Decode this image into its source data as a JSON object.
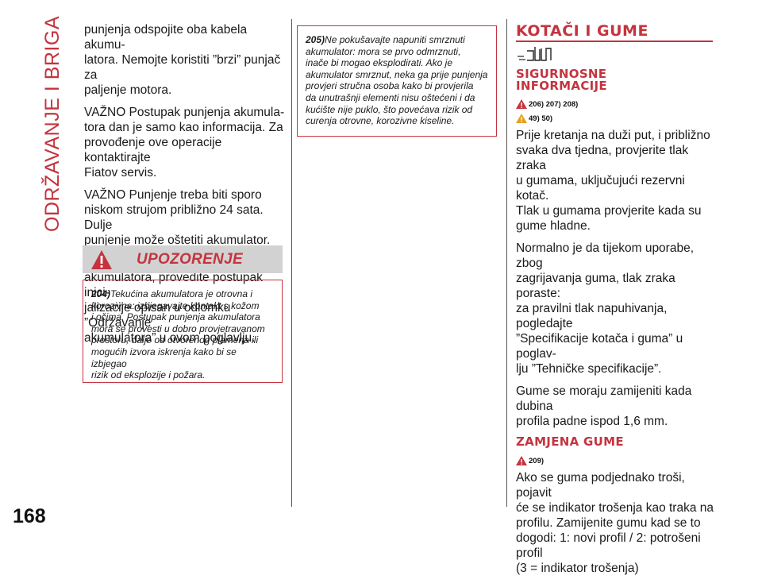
{
  "side_title": "ODRŽAVANJE I BRIGA",
  "page_number": "168",
  "col1": {
    "paragraphs": [
      "punjenja odspojite oba kabela akumu-\nlatora. Nemojte koristiti ”brzi” punjač za\npaljenje motora.",
      "VAŽNO Postupak punjenja akumula-\ntora dan je samo kao informacija. Za\nprovođenje ove operacije kontaktirajte\nFiatov servis.",
      "VAŽNO Punjenje treba biti sporo\nniskom strujom približno 24 sata. Dulje\npunjenje može oštetiti akumulator.",
      "VAŽNO Nakon ponovnog spajanja\nakumulatora, provedite postupak inici-\njalizacije opisan u odlomku ”Održavanje\nakumulatora” u ovom poglavlju."
    ],
    "warning_banner": "UPOZORENJE",
    "warning_204_num": "204)",
    "warning_204_text": "Tekućina akumulatora je otrovna i\nkorozivna: izbjegavajte kontakt s kožom\ni očima. Postupak punjenja akumulatora\nmora se provesti u dobro provjetravanom\nprostoru, dalje od otvorenog plamena ili\nmogućih izvora iskrenja kako bi se izbjegao\nrizik od eksplozije i požara."
  },
  "col2": {
    "warning_205_num": "205)",
    "warning_205_text": "Ne pokušavajte napuniti smrznuti\nakumulator: mora se prvo odmrznuti,\ninače bi mogao eksplodirati. Ako je\nakumulator smrznut, neka ga prije punjenja\nprovjeri stručna osoba kako bi provjerila\nda unutrašnji elementi nisu oštećeni i da\nkućište nije puklo, što povećava rizik od\ncurenja otrovne, korozivne kiseline."
  },
  "col3": {
    "heading": "KOTAČI I GUME",
    "sub1": "SIGURNOSNE\nINFORMACIJE",
    "ref1": "206) 207) 208)",
    "ref2": "49) 50)",
    "p1": "Prije kretanja na duži put, i približno\nsvaka dva tjedna, provjerite tlak zraka\nu gumama, uključujući rezervni kotač.\nTlak u gumama provjerite kada su\ngume hladne.",
    "p2": "Normalno je da tijekom uporabe, zbog\nzagrijavanja guma, tlak zraka poraste:\nza pravilni tlak napuhivanja, pogledajte\n”Specifikacije kotača i guma” u poglav-\nlju ”Tehničke specifikacije”.",
    "p3": "Gume se moraju zamijeniti kada dubina\nprofila padne ispod 1,6 mm.",
    "sub2": "ZAMJENA GUME",
    "ref3": "209)",
    "p4": "Ako se guma podjednako troši, pojavit\nće se indikator trošenja kao traka na\nprofilu. Zamijenite gumu kad se to\ndogodi: 1: novi profil / 2: potrošeni profil\n(3 = indikator trošenja)"
  },
  "colors": {
    "accent": "#c4343f",
    "banner_bg": "#d2d2d2"
  }
}
